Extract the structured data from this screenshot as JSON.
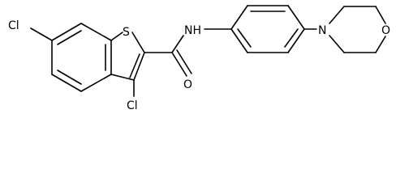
{
  "atoms": {
    "cl_6": "Cl",
    "cl_3": "Cl",
    "s_thiophene": "S",
    "o_carbonyl": "O",
    "nh_amide": "NH",
    "n_morpholine": "N",
    "o_morpholine": "O"
  }
}
